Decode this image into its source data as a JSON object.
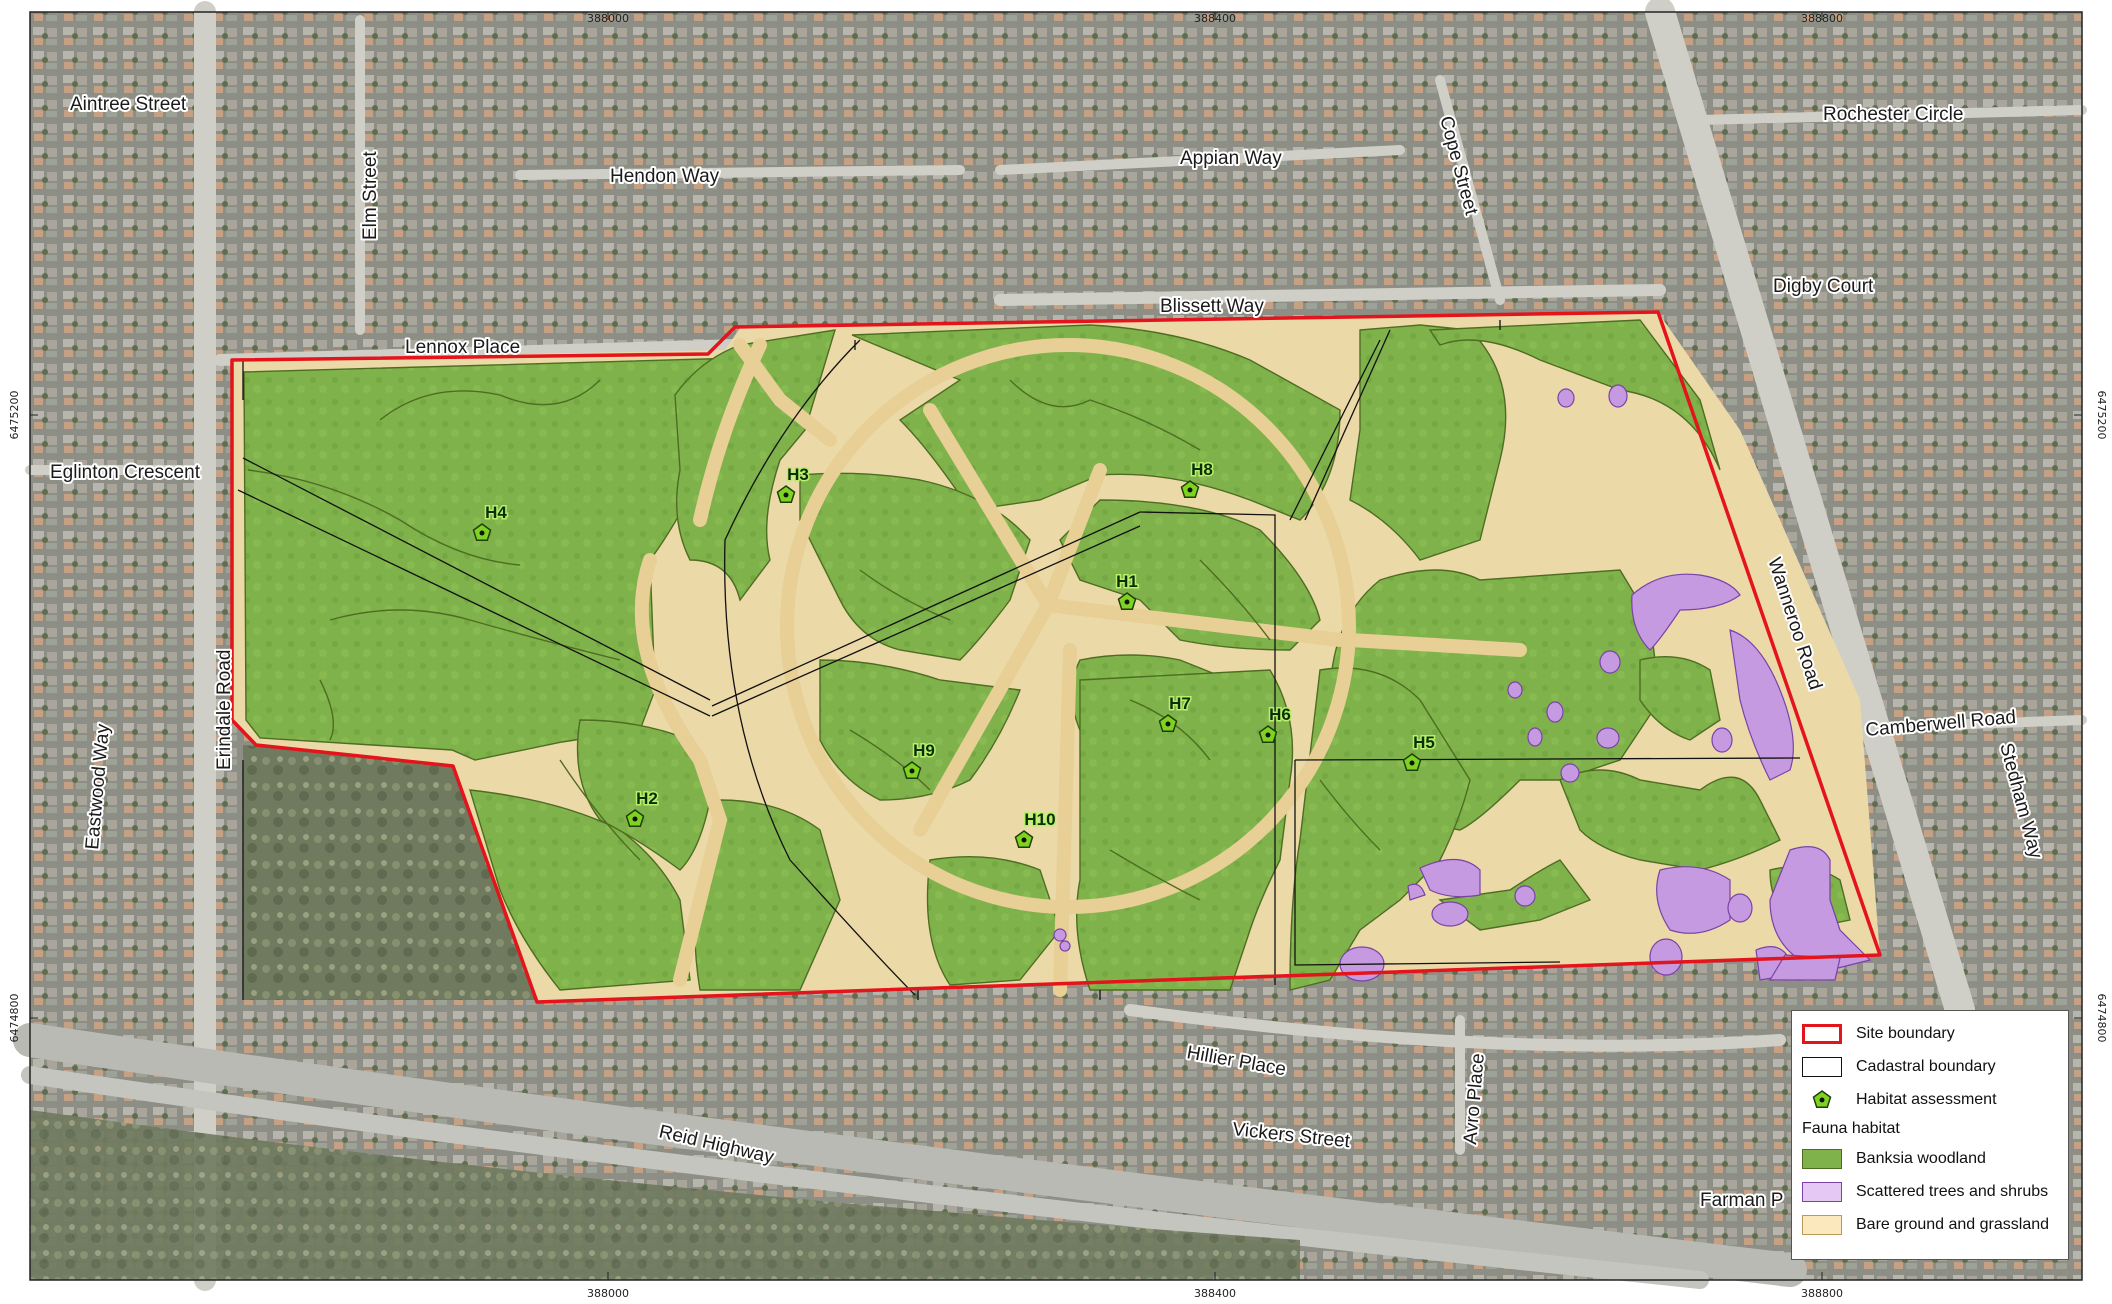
{
  "map": {
    "coords_top": [
      "388000",
      "388400",
      "388800"
    ],
    "coords_bottom": [
      "388000",
      "388400",
      "388800"
    ],
    "coords_left": [
      "6475200",
      "6474800"
    ],
    "coords_right": [
      "6475200",
      "6474800"
    ],
    "streets": {
      "aintree": "Aintree Street",
      "elm": "Elm Street",
      "hendon": "Hendon Way",
      "appian": "Appian Way",
      "cope": "Cope Street",
      "rochester": "Rochester Circle",
      "digby": "Digby Court",
      "blissett": "Blissett Way",
      "lennox": "Lennox Place",
      "eglinton": "Eglinton Crescent",
      "erindale": "Erindale Road",
      "eastwood": "Eastwood Way",
      "wanneroo": "Wanneroo Road",
      "camberwell": "Camberwell Road",
      "stedham": "Stedham Way",
      "hillier": "Hillier Place",
      "avro": "Avro Place",
      "vickers": "Vickers Street",
      "reid": "Reid Highway",
      "farman": "Farman P"
    },
    "sites": [
      "H1",
      "H2",
      "H3",
      "H4",
      "H5",
      "H6",
      "H7",
      "H8",
      "H9",
      "H10"
    ]
  },
  "legend": {
    "site_boundary": "Site boundary",
    "cadastral_boundary": "Cadastral boundary",
    "habitat_assessment": "Habitat assessment",
    "fauna_habitat": "Fauna habitat",
    "banksia": "Banksia woodland",
    "scattered": "Scattered trees and shrubs",
    "bare": "Bare ground and grassland"
  },
  "colors": {
    "site_boundary": "#e3141b",
    "banksia": "#7fb24a",
    "scattered": "#c69ae0",
    "bare": "#ecd9a8",
    "marker": "#7ed321",
    "urban": "#8d8f86"
  }
}
